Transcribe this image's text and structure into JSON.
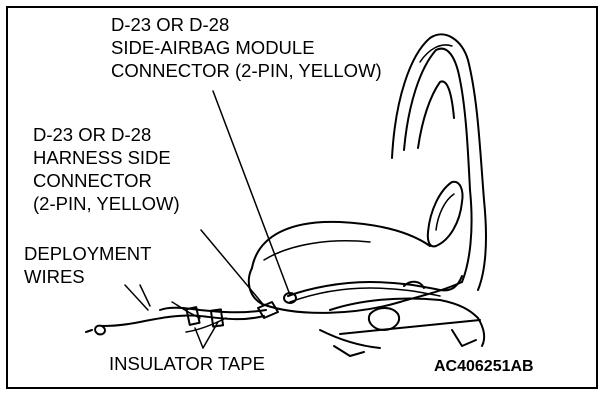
{
  "labels": {
    "module_connector": [
      "D-23 OR D-28",
      "SIDE-AIRBAG MODULE",
      "CONNECTOR (2-PIN, YELLOW)"
    ],
    "harness_connector": [
      "D-23 OR D-28",
      "HARNESS SIDE",
      "CONNECTOR",
      "(2-PIN, YELLOW)"
    ],
    "deployment_wires": [
      "DEPLOYMENT",
      "WIRES"
    ],
    "insulator_tape": "INSULATOR TAPE",
    "figure_code": "AC406251AB"
  },
  "colors": {
    "ink": "#000000",
    "background": "#ffffff"
  }
}
